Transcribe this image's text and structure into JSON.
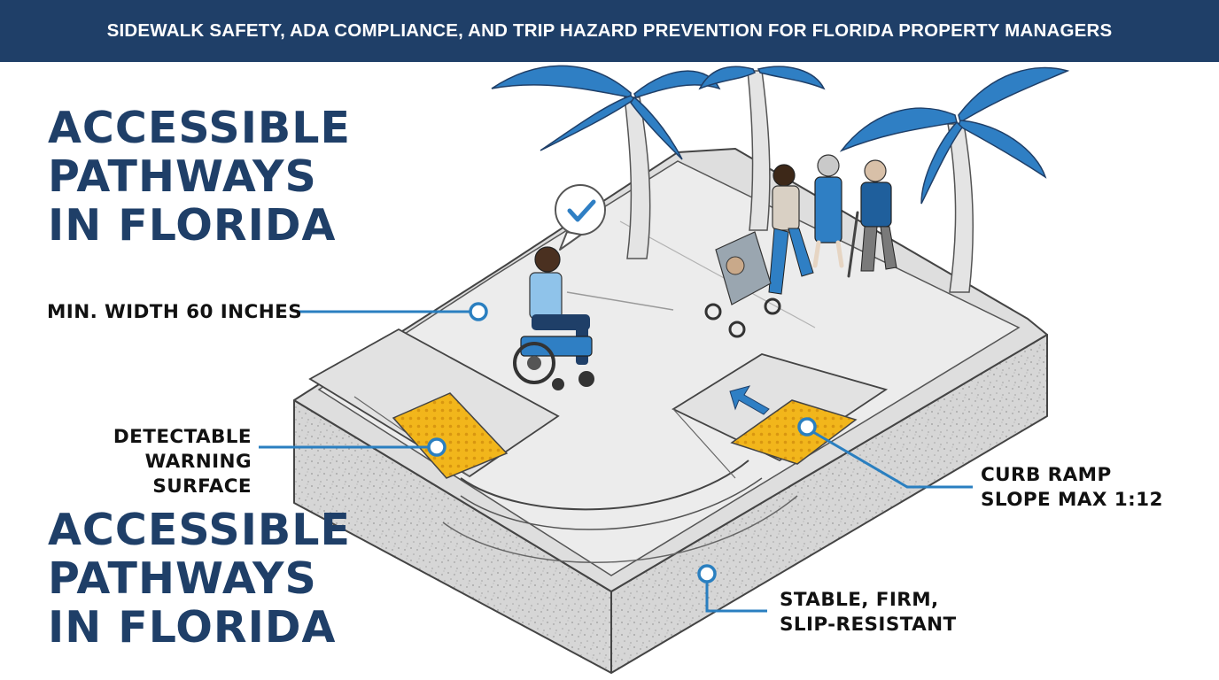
{
  "banner": {
    "title": "SIDEWALK SAFETY, ADA COMPLIANCE, AND TRIP HAZARD PREVENTION FOR FLORIDA PROPERTY MANAGERS"
  },
  "heading_top": {
    "line1": "ACCESSIBLE",
    "line2": "PATHWAYS",
    "line3": "IN FLORIDA"
  },
  "heading_bottom": {
    "line1": "ACCESSIBLE",
    "line2": "PATHWAYS",
    "line3": "IN FLORIDA"
  },
  "callouts": {
    "min_width": "MIN. WIDTH 60 INCHES",
    "dws_line1": "DETECTABLE",
    "dws_line2": "WARNING SURFACE",
    "curb_line1": "CURB RAMP",
    "curb_line2": "SLOPE MAX 1:12",
    "surface_line1": "STABLE, FIRM,",
    "surface_line2": "SLIP-RESISTANT"
  },
  "colors": {
    "banner": "#1f3f68",
    "heading": "#1f3f68",
    "callout_line": "#2a7fc0",
    "palm": "#2f7fc4",
    "tactile": "#f2b61b",
    "walkway": "#e6e6e6"
  },
  "icons": [
    "check-bubble-icon",
    "direction-arrow-icon"
  ]
}
